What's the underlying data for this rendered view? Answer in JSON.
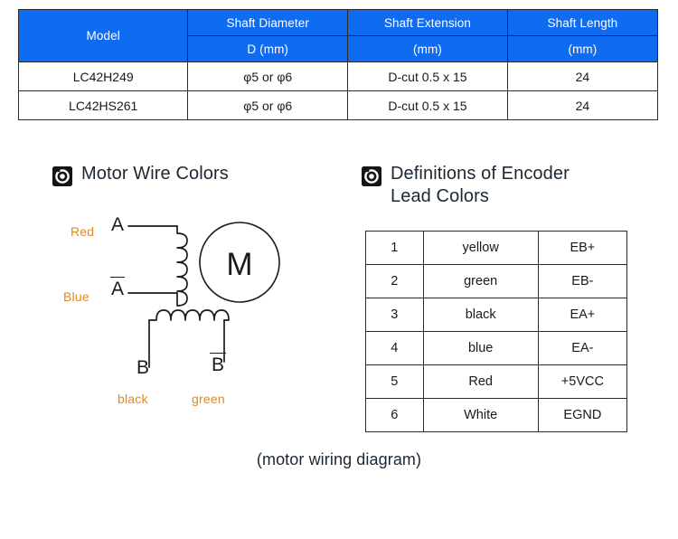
{
  "spec_table": {
    "columns": [
      "Model",
      "Shaft Diameter",
      "Shaft Extension",
      "Shaft Length"
    ],
    "subheaders": [
      "",
      "D (mm)",
      "(mm)",
      "(mm)"
    ],
    "header_bg": "#0F6CF0",
    "header_color": "#FFFFFF",
    "rows": [
      {
        "model": "LC42H249",
        "diameter": "φ5 or φ6",
        "extension": "D-cut 0.5 x 15",
        "length": "24"
      },
      {
        "model": "LC42HS261",
        "diameter": "φ5 or φ6",
        "extension": "D-cut 0.5 x 15",
        "length": "24"
      }
    ]
  },
  "motor_section": {
    "icon": "target-bullet-icon",
    "title": "Motor Wire Colors",
    "diagram": {
      "winding_a": {
        "top_wire_color_label": "Red",
        "top_terminal": "A",
        "bottom_wire_color_label": "Blue",
        "bottom_terminal": "A",
        "bottom_terminal_overbar": true
      },
      "motor_symbol": "M",
      "winding_b": {
        "left_terminal": "B",
        "left_terminal_overbar": false,
        "left_wire_color_label": "black",
        "right_terminal": "B",
        "right_terminal_overbar": true,
        "right_wire_color_label": "green"
      },
      "label_color": "#E08A21"
    }
  },
  "encoder_section": {
    "icon": "target-bullet-icon",
    "title": "Definitions of Encoder Lead Colors",
    "title_line1": "Definitions of Encoder",
    "title_line2": "Lead Colors",
    "table": {
      "rows": [
        {
          "no": "1",
          "color": "yellow",
          "signal": "EB+"
        },
        {
          "no": "2",
          "color": "green",
          "signal": "EB-"
        },
        {
          "no": "3",
          "color": "black",
          "signal": "EA+"
        },
        {
          "no": "4",
          "color": "blue",
          "signal": "EA-"
        },
        {
          "no": "5",
          "color": "Red",
          "signal": "+5VCC"
        },
        {
          "no": "6",
          "color": "White",
          "signal": "EGND"
        }
      ]
    }
  },
  "caption": "(motor wiring diagram)"
}
